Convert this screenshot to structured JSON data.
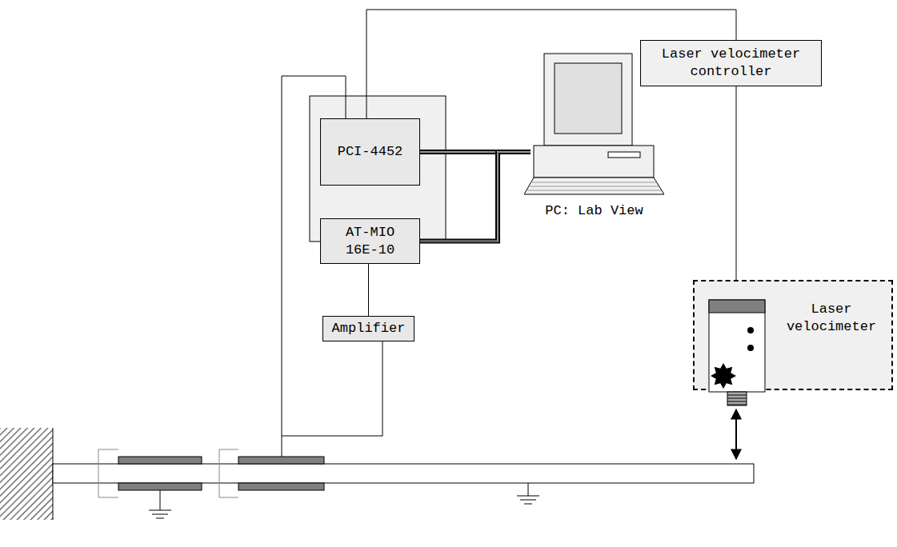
{
  "diagram": {
    "nodes": [
      {
        "text": [
          "PCI-4452"
        ]
      },
      {
        "text": [
          "AT-MIO 16E-10"
        ]
      },
      {
        "text": [
          "Amplifier"
        ]
      },
      {
        "text": [
          "PC: Lab View"
        ]
      },
      {
        "text": [
          "Laser velocimeter controller"
        ]
      },
      {
        "text": [
          "Laser velocimeter"
        ]
      }
    ],
    "edges": [
      {
        "from": 0,
        "to": 3,
        "arrow": "none"
      },
      {
        "from": 1,
        "to": 3,
        "arrow": "none"
      },
      {
        "from": 1,
        "to": 2,
        "arrow": "none"
      },
      {
        "from": 4,
        "to": 0,
        "arrow": "none"
      },
      {
        "from": 4,
        "to": 5,
        "arrow": "none"
      }
    ]
  }
}
